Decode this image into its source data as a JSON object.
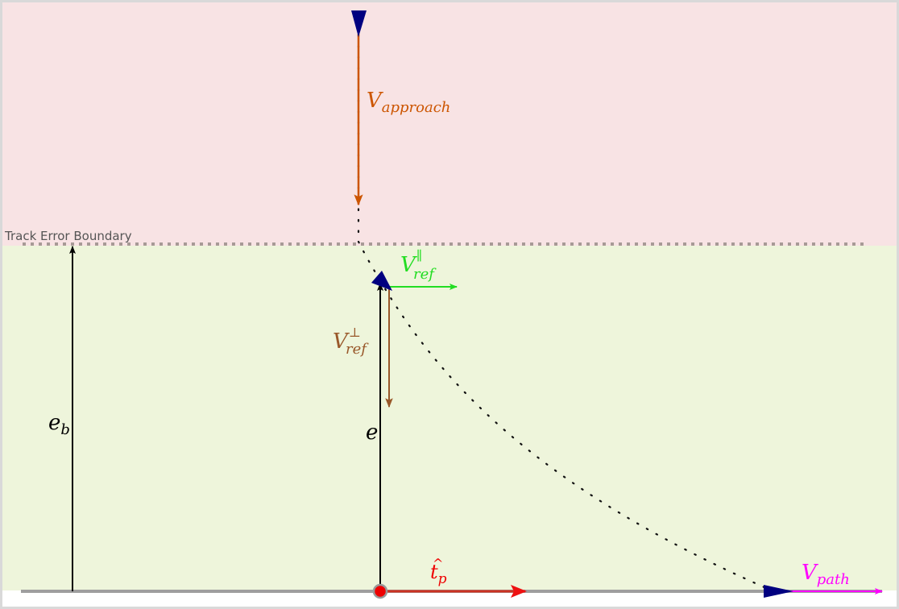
{
  "zones": {
    "outer_color": "#f8e3e4",
    "inner_color": "#eef5db"
  },
  "labels": {
    "boundary": "Track Error Boundary",
    "v_approach": {
      "main": "V",
      "sub": "approach",
      "color": "#cc5500"
    },
    "v_ref_par": {
      "main": "V",
      "sup": "∥",
      "sub": "ref",
      "color": "#22dd22"
    },
    "v_ref_perp": {
      "main": "V",
      "sup": "⊥",
      "sub": "ref",
      "color": "#99582a"
    },
    "e_b": {
      "main": "e",
      "sub": "b",
      "color": "#000000"
    },
    "e": {
      "main": "e",
      "color": "#000000"
    },
    "t_p": {
      "main": "t",
      "hat": "^",
      "sub": "p",
      "color": "#ee0000"
    },
    "v_path": {
      "main": "V",
      "sub": "path",
      "color": "#ff00ff"
    }
  },
  "colors": {
    "path_line": "#9e9e9e",
    "boundary_line": "#a89a96",
    "vehicle": "#000080",
    "point": "#ee0000",
    "t_p_arrow": "#cc3322"
  },
  "icons": {
    "vehicle": "triangle-marker"
  }
}
